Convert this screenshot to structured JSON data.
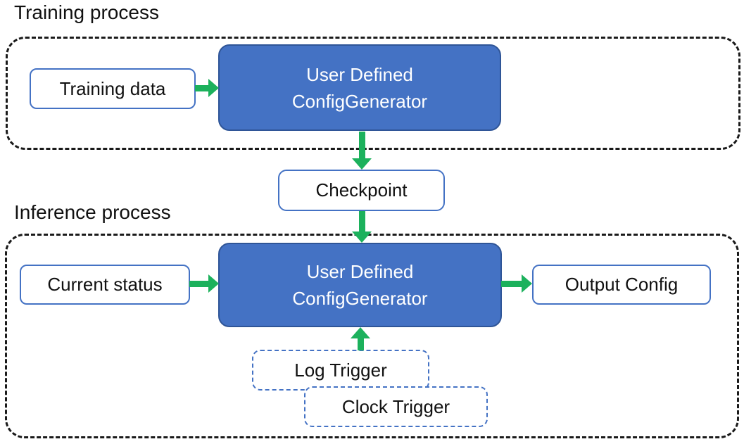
{
  "diagram": {
    "training": {
      "section_label": "Training process",
      "input_label": "Training data",
      "generator_line1": "User Defined",
      "generator_line2": "ConfigGenerator"
    },
    "checkpoint_label": "Checkpoint",
    "inference": {
      "section_label": "Inference process",
      "input_label": "Current status",
      "generator_line1": "User Defined",
      "generator_line2": "ConfigGenerator",
      "output_label": "Output Config",
      "log_trigger_label": "Log Trigger",
      "clock_trigger_label": "Clock Trigger"
    },
    "colors": {
      "box_fill_blue": "#4472C4",
      "box_border_dark_blue": "#2F5597",
      "light_box_border_blue": "#4472C4",
      "trigger_dashed_blue": "#4472C4",
      "arrow_green": "#1CB15C",
      "container_dashed_black": "#1a1a1a",
      "text_black": "#111111",
      "text_white": "#ffffff"
    }
  }
}
